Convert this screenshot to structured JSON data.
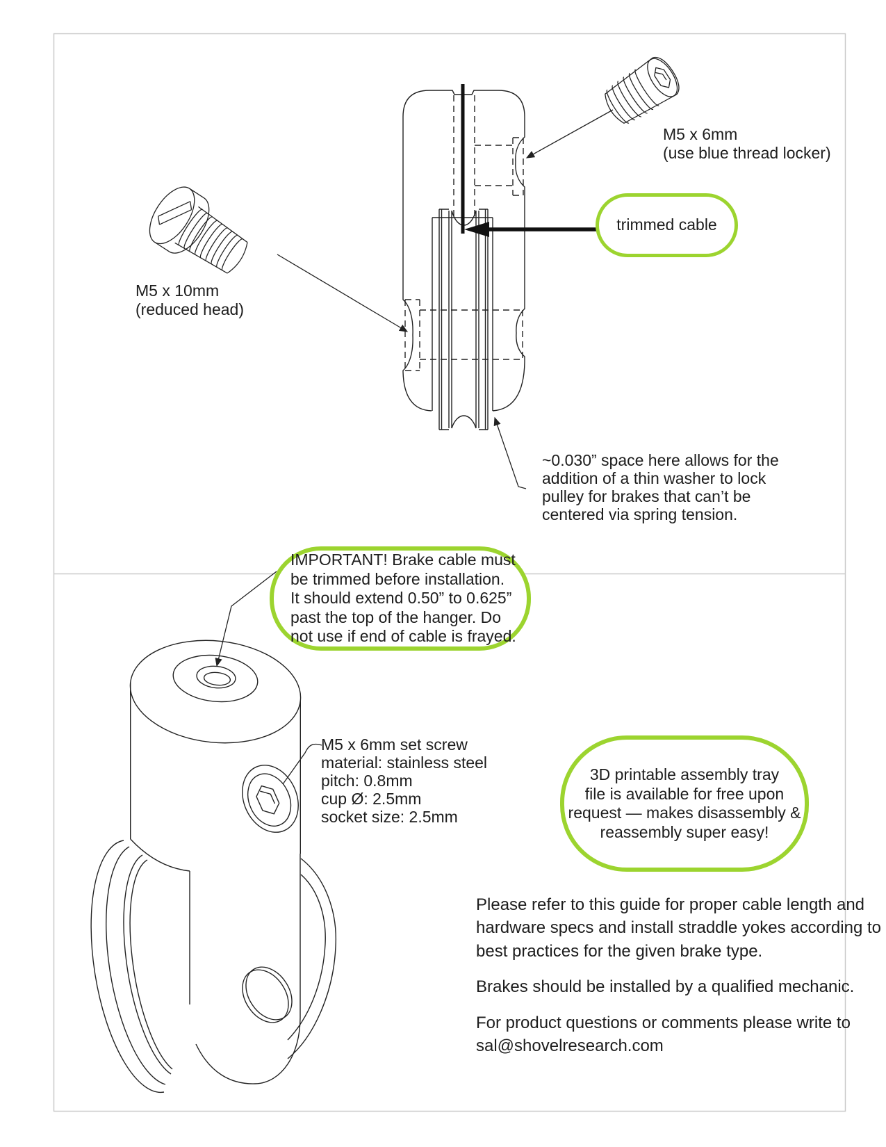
{
  "document": {
    "colors": {
      "accent_green": "#9cd42f",
      "ink": "#1d1d1d",
      "frame_gray": "#c9c9c9"
    },
    "top_panel": {
      "set_screw_label": [
        "M5 x 6mm",
        "(use blue thread locker)"
      ],
      "trimmed_cable_callout": "trimmed cable",
      "bolt_label": [
        "M5 x 10mm",
        "(reduced head)"
      ],
      "washer_note": [
        "~0.030” space here allows for the",
        "addition of a thin washer to lock",
        "pulley for brakes that can’t be",
        "centered via spring tension."
      ]
    },
    "bottom_panel": {
      "important_callout": [
        "IMPORTANT! Brake cable must",
        "be trimmed before installation.",
        "It should extend 0.50” to 0.625”",
        "past the top of the hanger. Do",
        "not use if end of cable is frayed."
      ],
      "set_screw_specs": [
        "M5 x 6mm set screw",
        "material: stainless steel",
        "pitch: 0.8mm",
        "cup Ø: 2.5mm",
        "socket size: 2.5mm"
      ],
      "tray_callout": [
        "3D printable assembly tray",
        "file is available for free upon",
        "request — makes disassembly &",
        "reassembly super easy!"
      ],
      "paragraphs": [
        [
          "Please refer to this guide for proper cable",
          "length and hardware specs and install",
          "straddle yokes according to best practices",
          "for the given brake type."
        ],
        [
          "Brakes should be installed by a qualified",
          "mechanic."
        ],
        [
          "For product questions or comments please",
          "write to sal@shovelresearch.com"
        ]
      ]
    }
  }
}
